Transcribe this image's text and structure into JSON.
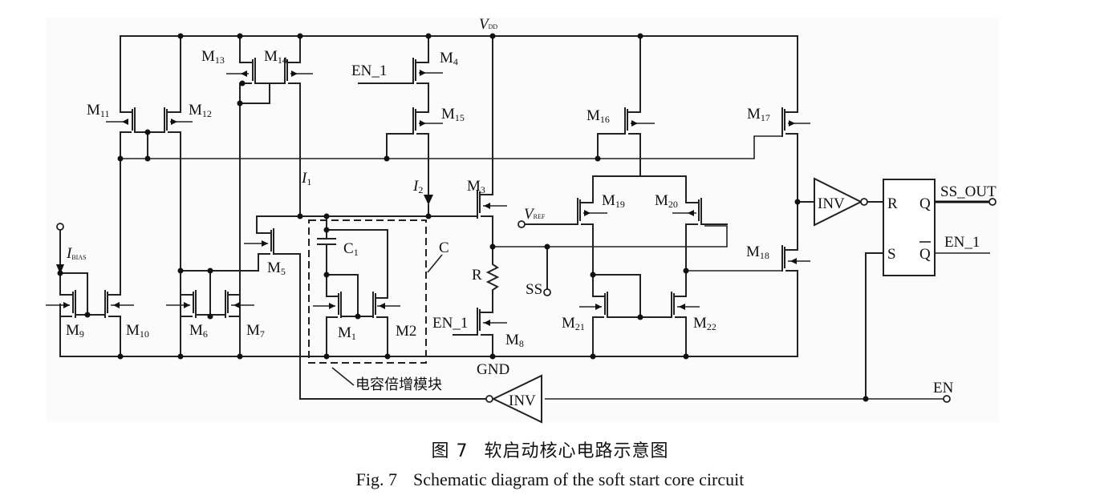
{
  "figure": {
    "caption_zh": {
      "number": "图 7",
      "text": "软启动核心电路示意图"
    },
    "caption_en": {
      "number": "Fig. 7",
      "text": "Schematic diagram of the soft start core circuit"
    }
  },
  "schematic": {
    "supply": {
      "vdd": "V",
      "vdd_sub": "DD",
      "gnd": "GND"
    },
    "transistors": {
      "m1": {
        "name": "M",
        "sub": "1"
      },
      "m2": {
        "name": "M",
        "sub": "2"
      },
      "m3": {
        "name": "M",
        "sub": "3"
      },
      "m4": {
        "name": "M",
        "sub": "4"
      },
      "m5": {
        "name": "M",
        "sub": "5"
      },
      "m6": {
        "name": "M",
        "sub": "6"
      },
      "m7": {
        "name": "M",
        "sub": "7"
      },
      "m8": {
        "name": "M",
        "sub": "8"
      },
      "m9": {
        "name": "M",
        "sub": "9"
      },
      "m10": {
        "name": "M",
        "sub": "10"
      },
      "m11": {
        "name": "M",
        "sub": "11"
      },
      "m12": {
        "name": "M",
        "sub": "12"
      },
      "m13": {
        "name": "M",
        "sub": "13"
      },
      "m14": {
        "name": "M",
        "sub": "14"
      },
      "m15": {
        "name": "M",
        "sub": "15"
      },
      "m16": {
        "name": "M",
        "sub": "16"
      },
      "m17": {
        "name": "M",
        "sub": "17"
      },
      "m18": {
        "name": "M",
        "sub": "18"
      },
      "m19": {
        "name": "M",
        "sub": "19"
      },
      "m20": {
        "name": "M",
        "sub": "20"
      },
      "m21": {
        "name": "M",
        "sub": "21"
      },
      "m22": {
        "name": "M",
        "sub": "22"
      }
    },
    "currents": {
      "i1": {
        "name": "I",
        "sub": "1"
      },
      "i2": {
        "name": "I",
        "sub": "2"
      },
      "ibias": {
        "name": "I",
        "sub": "BIAS"
      }
    },
    "passives": {
      "c1": {
        "name": "C",
        "sub": "1"
      },
      "c": "C",
      "r": "R"
    },
    "signals": {
      "en_1_m4": "EN_1",
      "en_1_m8": "EN_1",
      "en_1_out": "EN_1",
      "vref": "V",
      "vref_sub": "REF",
      "ss": "SS",
      "ss_out": "SS_OUT",
      "en": "EN"
    },
    "blocks": {
      "inv_top": "INV",
      "inv_bottom": "INV",
      "cap_multiplier": "电容倍增模块",
      "sr_latch": {
        "r": "R",
        "s": "S",
        "q": "Q",
        "qbar": "Q"
      }
    }
  }
}
